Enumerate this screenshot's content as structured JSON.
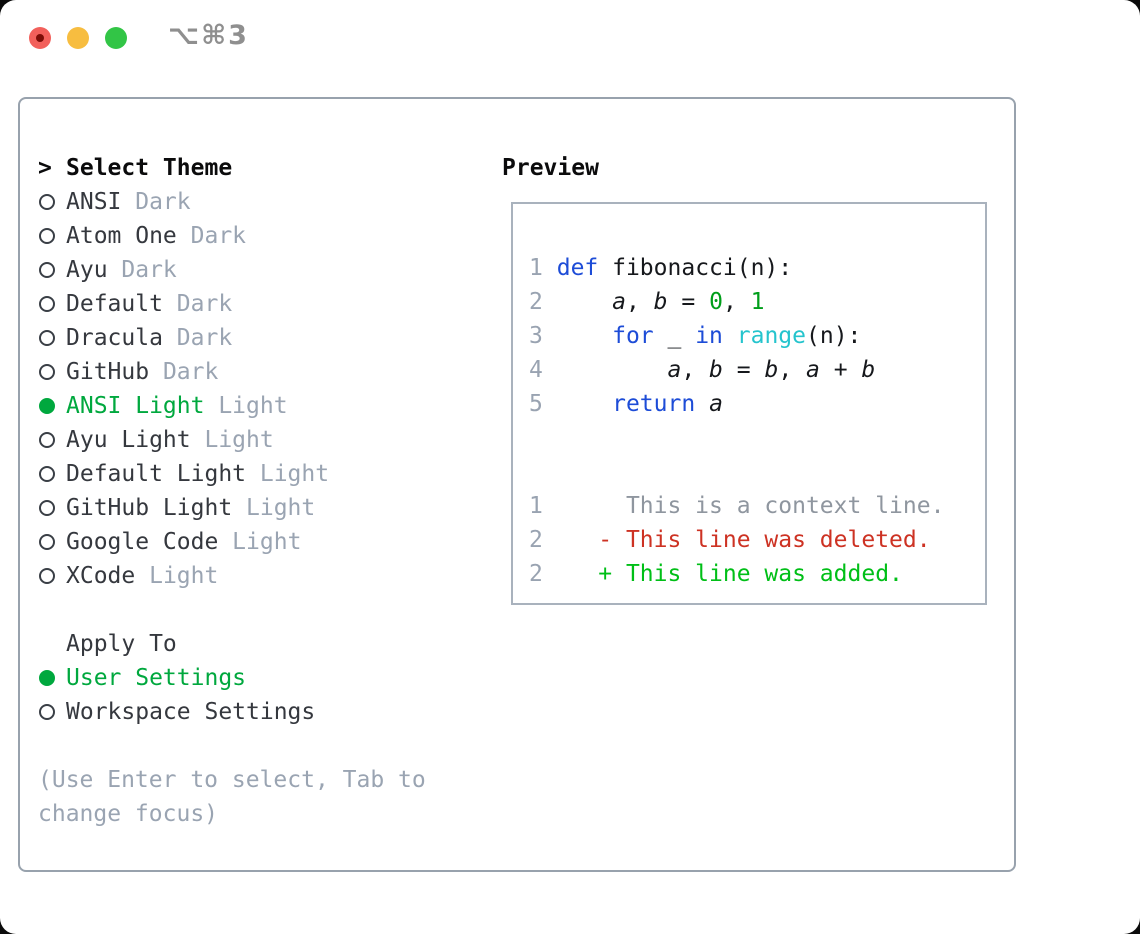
{
  "window": {
    "title": "⌥⌘3",
    "traffic_lights": [
      "close",
      "minimize",
      "zoom"
    ]
  },
  "colors": {
    "accent_green": "#00a83e",
    "keyword_blue": "#1d4cd7",
    "builtin_cyan": "#25c4cd",
    "number_green": "#009e1a",
    "added_green": "#00bf17",
    "deleted_red": "#cd3223",
    "context_gray": "#8f969f",
    "lineno_gray": "#99a3b1",
    "tag_gray": "#9aa4b2",
    "traffic_red": "#f2605b",
    "traffic_yellow": "#f7bd40",
    "traffic_green": "#32c546"
  },
  "theme_panel": {
    "header": {
      "prompt": ">",
      "label": "Select Theme"
    },
    "items": [
      {
        "name": "ANSI",
        "tag": "Dark",
        "selected": false
      },
      {
        "name": "Atom One",
        "tag": "Dark",
        "selected": false
      },
      {
        "name": "Ayu",
        "tag": "Dark",
        "selected": false
      },
      {
        "name": "Default",
        "tag": "Dark",
        "selected": false
      },
      {
        "name": "Dracula",
        "tag": "Dark",
        "selected": false
      },
      {
        "name": "GitHub",
        "tag": "Dark",
        "selected": false
      },
      {
        "name": "ANSI Light",
        "tag": "Light",
        "selected": true
      },
      {
        "name": "Ayu Light",
        "tag": "Light",
        "selected": false
      },
      {
        "name": "Default Light",
        "tag": "Light",
        "selected": false
      },
      {
        "name": "GitHub Light",
        "tag": "Light",
        "selected": false
      },
      {
        "name": "Google Code",
        "tag": "Light",
        "selected": false
      },
      {
        "name": "XCode",
        "tag": "Light",
        "selected": false
      }
    ],
    "apply_to": {
      "label": "Apply To",
      "options": [
        {
          "name": "User Settings",
          "selected": true
        },
        {
          "name": "Workspace Settings",
          "selected": false
        }
      ]
    },
    "help_lines": [
      "(Use Enter to select, Tab to",
      "change focus)"
    ]
  },
  "preview": {
    "label": "Preview",
    "code_lines": [
      [
        {
          "t": "1",
          "c": "ln"
        },
        {
          "t": " ",
          "c": "p"
        },
        {
          "t": "def",
          "c": "kw"
        },
        {
          "t": " fibonacci(n):",
          "c": "p"
        }
      ],
      [
        {
          "t": "2",
          "c": "ln"
        },
        {
          "t": "     ",
          "c": "p"
        },
        {
          "t": "a",
          "c": "v"
        },
        {
          "t": ", ",
          "c": "p"
        },
        {
          "t": "b",
          "c": "v"
        },
        {
          "t": " = ",
          "c": "p"
        },
        {
          "t": "0",
          "c": "n"
        },
        {
          "t": ", ",
          "c": "p"
        },
        {
          "t": "1",
          "c": "n"
        }
      ],
      [
        {
          "t": "3",
          "c": "ln"
        },
        {
          "t": "     ",
          "c": "p"
        },
        {
          "t": "for",
          "c": "kw"
        },
        {
          "t": " _ ",
          "c": "p"
        },
        {
          "t": "in",
          "c": "kw"
        },
        {
          "t": " ",
          "c": "p"
        },
        {
          "t": "range",
          "c": "b"
        },
        {
          "t": "(n):",
          "c": "p"
        }
      ],
      [
        {
          "t": "4",
          "c": "ln"
        },
        {
          "t": "         ",
          "c": "p"
        },
        {
          "t": "a",
          "c": "v"
        },
        {
          "t": ", ",
          "c": "p"
        },
        {
          "t": "b",
          "c": "v"
        },
        {
          "t": " = ",
          "c": "p"
        },
        {
          "t": "b",
          "c": "v"
        },
        {
          "t": ", ",
          "c": "p"
        },
        {
          "t": "a",
          "c": "v"
        },
        {
          "t": " + ",
          "c": "p"
        },
        {
          "t": "b",
          "c": "v"
        }
      ],
      [
        {
          "t": "5",
          "c": "ln"
        },
        {
          "t": "     ",
          "c": "p"
        },
        {
          "t": "return",
          "c": "kw"
        },
        {
          "t": " ",
          "c": "p"
        },
        {
          "t": "a",
          "c": "v"
        }
      ],
      [],
      [],
      [
        {
          "t": "1",
          "c": "ln"
        },
        {
          "t": "      This is a context line.",
          "c": "ctx"
        }
      ],
      [
        {
          "t": "2",
          "c": "ln"
        },
        {
          "t": "    ",
          "c": "p"
        },
        {
          "t": "- This line was deleted.",
          "c": "del"
        }
      ],
      [
        {
          "t": "2",
          "c": "ln"
        },
        {
          "t": "    ",
          "c": "p"
        },
        {
          "t": "+ This line was added.",
          "c": "add"
        }
      ]
    ]
  }
}
